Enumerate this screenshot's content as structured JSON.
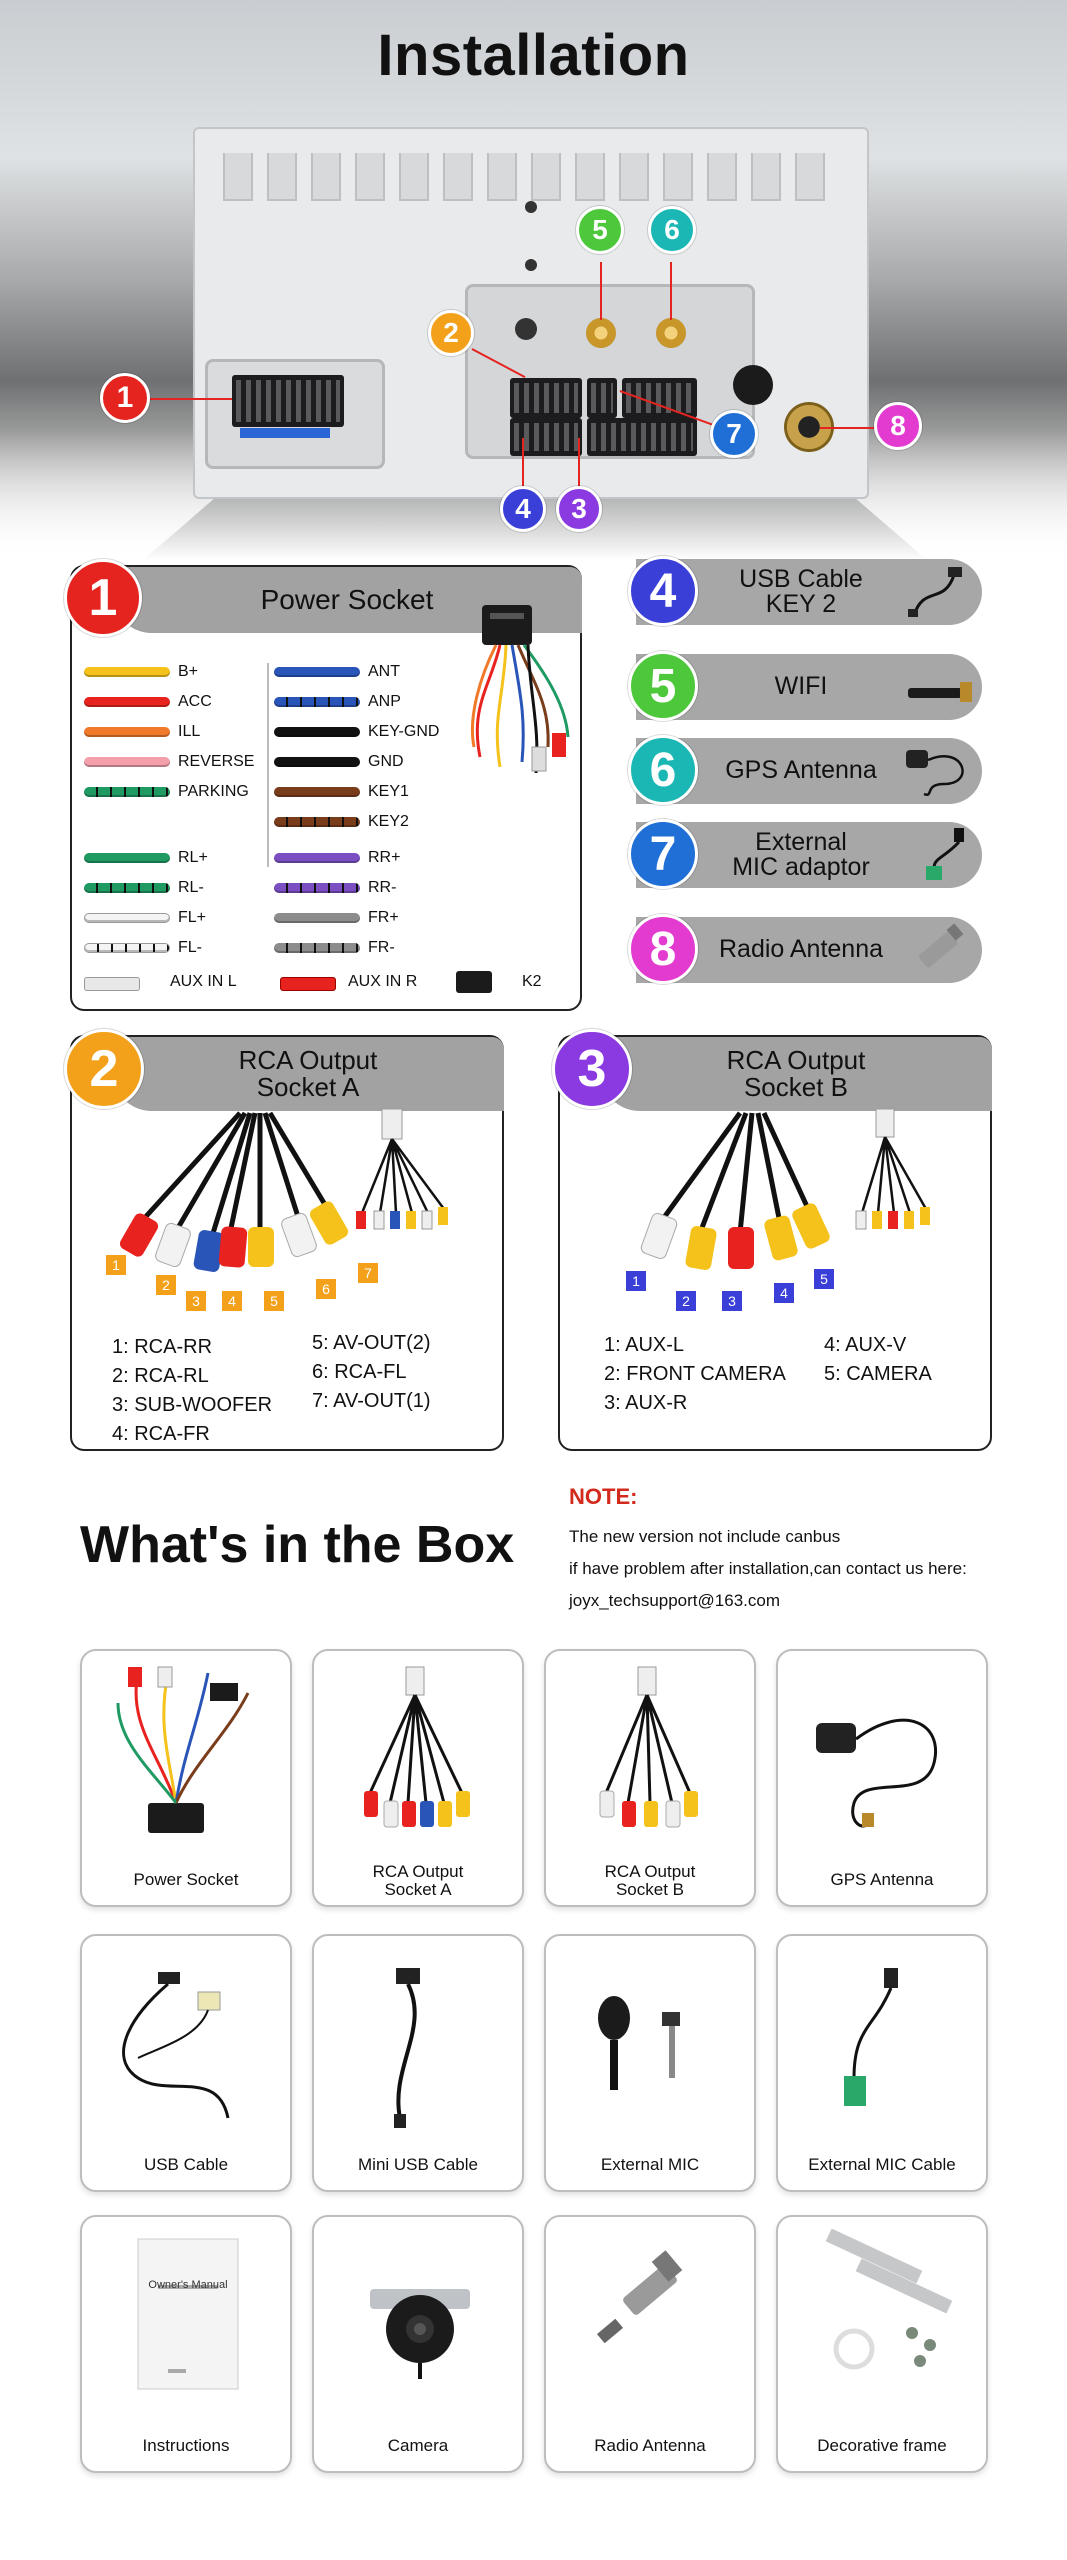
{
  "title": "Installation",
  "port_badges": [
    "1",
    "2",
    "3",
    "4",
    "5",
    "6",
    "7",
    "8"
  ],
  "power_socket": {
    "number": "1",
    "title": "Power Socket",
    "left_wires": [
      {
        "label": "B+",
        "color": "#f4c21a"
      },
      {
        "label": "ACC",
        "color": "#e8231f"
      },
      {
        "label": "ILL",
        "color": "#f07a2a"
      },
      {
        "label": "REVERSE",
        "color": "#f4a0ac"
      },
      {
        "label": "PARKING",
        "color": "#1e9a62",
        "stripe": true
      },
      {
        "label": "RL+",
        "color": "#1e9a62"
      },
      {
        "label": "RL-",
        "color": "#1e9a62",
        "stripe": true
      },
      {
        "label": "FL+",
        "color": "#f4f4f4"
      },
      {
        "label": "FL-",
        "color": "#f4f4f4",
        "stripe": true
      }
    ],
    "right_wires": [
      {
        "label": "ANT",
        "color": "#2a55b8"
      },
      {
        "label": "ANP",
        "color": "#2a55b8",
        "stripe": true
      },
      {
        "label": "KEY-GND",
        "color": "#111111"
      },
      {
        "label": "GND",
        "color": "#111111"
      },
      {
        "label": "KEY1",
        "color": "#7a3d1c"
      },
      {
        "label": "KEY2",
        "color": "#7a3d1c",
        "stripe": true
      },
      {
        "label": "RR+",
        "color": "#7b4fc2"
      },
      {
        "label": "RR-",
        "color": "#7b4fc2",
        "stripe": true
      },
      {
        "label": "FR+",
        "color": "#8c8c8c"
      },
      {
        "label": "FR-",
        "color": "#8c8c8c",
        "stripe": true
      }
    ],
    "aux_in_l": "AUX IN L",
    "aux_in_r": "AUX IN R",
    "k2": "K2"
  },
  "accessories": [
    {
      "number": "4",
      "label": "USB Cable\nKEY 2",
      "color": "#3a3fd8"
    },
    {
      "number": "5",
      "label": "WIFI",
      "color": "#4dc83a"
    },
    {
      "number": "6",
      "label": "GPS Antenna",
      "color": "#1bb7b5"
    },
    {
      "number": "7",
      "label": "External\nMIC adaptor",
      "color": "#1f6fd6"
    },
    {
      "number": "8",
      "label": "Radio Antenna",
      "color": "#e33ad0"
    }
  ],
  "rca_a": {
    "number": "2",
    "title_line1": "RCA Output",
    "title_line2": "Socket A",
    "plug_numbers": [
      "1",
      "2",
      "3",
      "4",
      "5",
      "6",
      "7"
    ],
    "left_col": [
      "1: RCA-RR",
      "2: RCA-RL",
      "3: SUB-WOOFER",
      "4: RCA-FR"
    ],
    "right_col": [
      "5: AV-OUT(2)",
      "6: RCA-FL",
      "7: AV-OUT(1)"
    ]
  },
  "rca_b": {
    "number": "3",
    "title_line1": "RCA Output",
    "title_line2": "Socket B",
    "plug_numbers": [
      "1",
      "2",
      "3",
      "4",
      "5"
    ],
    "left_col": [
      "1: AUX-L",
      "2: FRONT CAMERA",
      "3: AUX-R"
    ],
    "right_col": [
      "4: AUX-V",
      "5: CAMERA"
    ]
  },
  "box": {
    "title": "What's in the Box",
    "note_head": "NOTE:",
    "note_lines": [
      "The new version not include canbus",
      "if have problem after installation,can contact us here:",
      "joyx_techsupport@163.com"
    ],
    "items": [
      {
        "label": "Power Socket",
        "icon": "power-harness-icon"
      },
      {
        "label": "RCA Output\nSocket A",
        "icon": "rca-a-icon"
      },
      {
        "label": "RCA Output\nSocket B",
        "icon": "rca-b-icon"
      },
      {
        "label": "GPS Antenna",
        "icon": "gps-antenna-icon"
      },
      {
        "label": "USB Cable",
        "icon": "usb-cable-icon"
      },
      {
        "label": "Mini USB Cable",
        "icon": "mini-usb-icon"
      },
      {
        "label": "External MIC",
        "icon": "microphone-icon"
      },
      {
        "label": "External MIC Cable",
        "icon": "mic-cable-icon"
      },
      {
        "label": "Instructions",
        "icon": "manual-icon"
      },
      {
        "label": "Camera",
        "icon": "camera-icon"
      },
      {
        "label": "Radio Antenna",
        "icon": "radio-adapter-icon"
      },
      {
        "label": "Decorative frame",
        "icon": "frame-brackets-icon"
      }
    ],
    "manual_text": "Owner's Manual"
  }
}
